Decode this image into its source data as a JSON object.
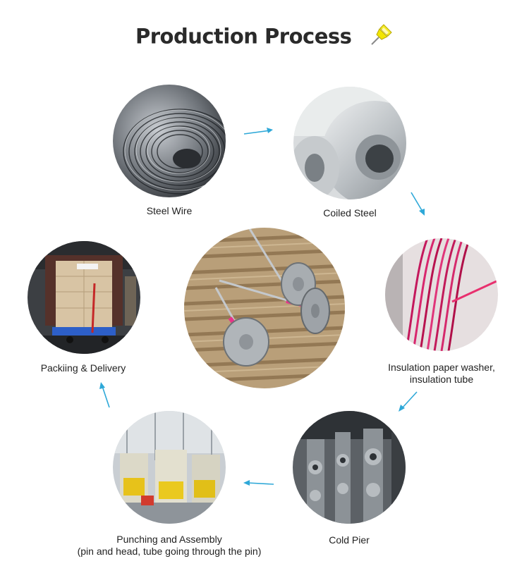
{
  "title": "Production Process",
  "icons": {
    "title_icon": "pushpin-icon",
    "arrow_icon": "arrow-icon"
  },
  "colors": {
    "arrow": "#2ea8d8",
    "pin": "#f2e600"
  },
  "steps": [
    {
      "label": "Steel Wire"
    },
    {
      "label": "Coiled Steel"
    },
    {
      "label_line1": "Insulation paper washer,",
      "label_line2": "insulation tube"
    },
    {
      "label": "Cold Pier"
    },
    {
      "label_line1": "Punching and Assembly",
      "label_line2": "(pin and head, tube going through the pin)"
    },
    {
      "label": "Packiing & Delivery"
    }
  ]
}
